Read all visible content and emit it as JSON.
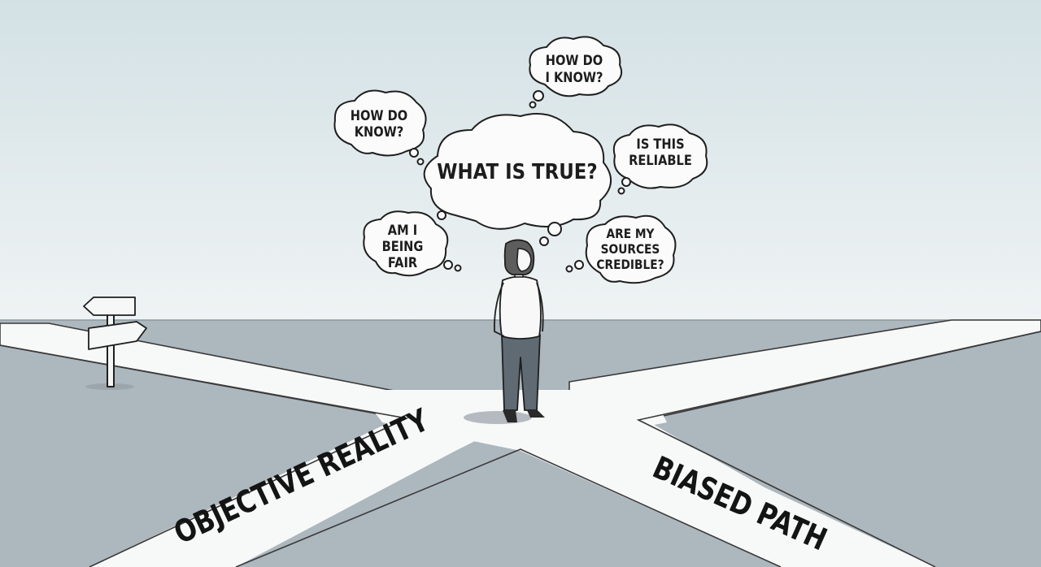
{
  "thoughts": {
    "main": "WHAT IS TRUE?",
    "how_do_know_top": [
      "HOW DO",
      "I KNOW?"
    ],
    "how_do_know_left": [
      "HOW DO",
      "KNOW?"
    ],
    "is_this_reliable": [
      "IS THIS",
      "RELIABLE"
    ],
    "am_i_being_fair": [
      "AM I",
      "BEING",
      "FAIR"
    ],
    "are_my_sources_credible": [
      "ARE MY",
      "SOURCES",
      "CREDIBLE?"
    ]
  },
  "roads": {
    "left_label": "OBJECTIVE REALITY",
    "right_label": "BIASED PATH"
  },
  "colors": {
    "sky_top": "#d6e3e7",
    "sky_bottom": "#eef3f4",
    "ground": "#aeb8bf",
    "road": "#f7f8f8",
    "ink": "#1f1f1f",
    "pants": "#5f6a72"
  }
}
